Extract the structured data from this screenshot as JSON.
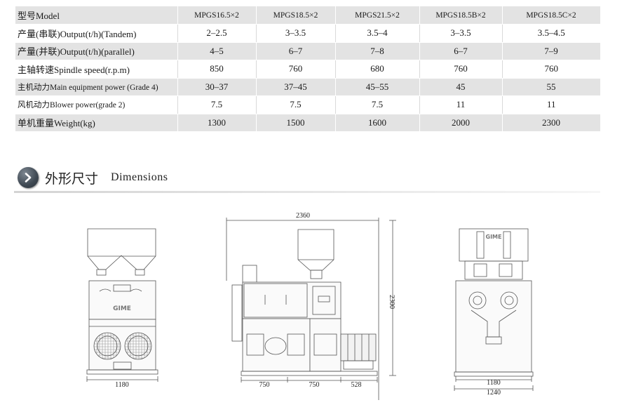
{
  "spec_table": {
    "header_label": "型号Model",
    "models": [
      "MPGS16.5×2",
      "MPGS18.5×2",
      "MPGS21.5×2",
      "MPGS18.5B×2",
      "MPGS18.5C×2"
    ],
    "rows": [
      {
        "label": "产量(串联)Output(t/h)(Tandem)",
        "values": [
          "2–2.5",
          "3–3.5",
          "3.5–4",
          "3–3.5",
          "3.5–4.5"
        ]
      },
      {
        "label": "产量(并联)Output(t/h)(parallel)",
        "values": [
          "4–5",
          "6–7",
          "7–8",
          "6–7",
          "7–9"
        ]
      },
      {
        "label": "主轴转速Spindle speed(r.p.m)",
        "values": [
          "850",
          "760",
          "680",
          "760",
          "760"
        ]
      },
      {
        "label": "主机动力Main equipment power (Grade 4)",
        "values": [
          "30–37",
          "37–45",
          "45–55",
          "45",
          "55"
        ]
      },
      {
        "label": "风机动力Blower power(grade 2)",
        "values": [
          "7.5",
          "7.5",
          "7.5",
          "11",
          "11"
        ]
      },
      {
        "label": "单机重量Weight(kg)",
        "values": [
          "1300",
          "1500",
          "1600",
          "2000",
          "2300"
        ]
      }
    ]
  },
  "section": {
    "title_cn": "外形尺寸",
    "title_en": "Dimensions"
  },
  "drawings": {
    "front_view": {
      "width_label": "1180",
      "logo": "GIME"
    },
    "side_view": {
      "overall_width": "2360",
      "height": "2300",
      "seg1": "750",
      "seg2": "750",
      "seg3": "528"
    },
    "end_view": {
      "inner_width": "1180",
      "outer_width": "1240",
      "logo": "GIME"
    }
  }
}
